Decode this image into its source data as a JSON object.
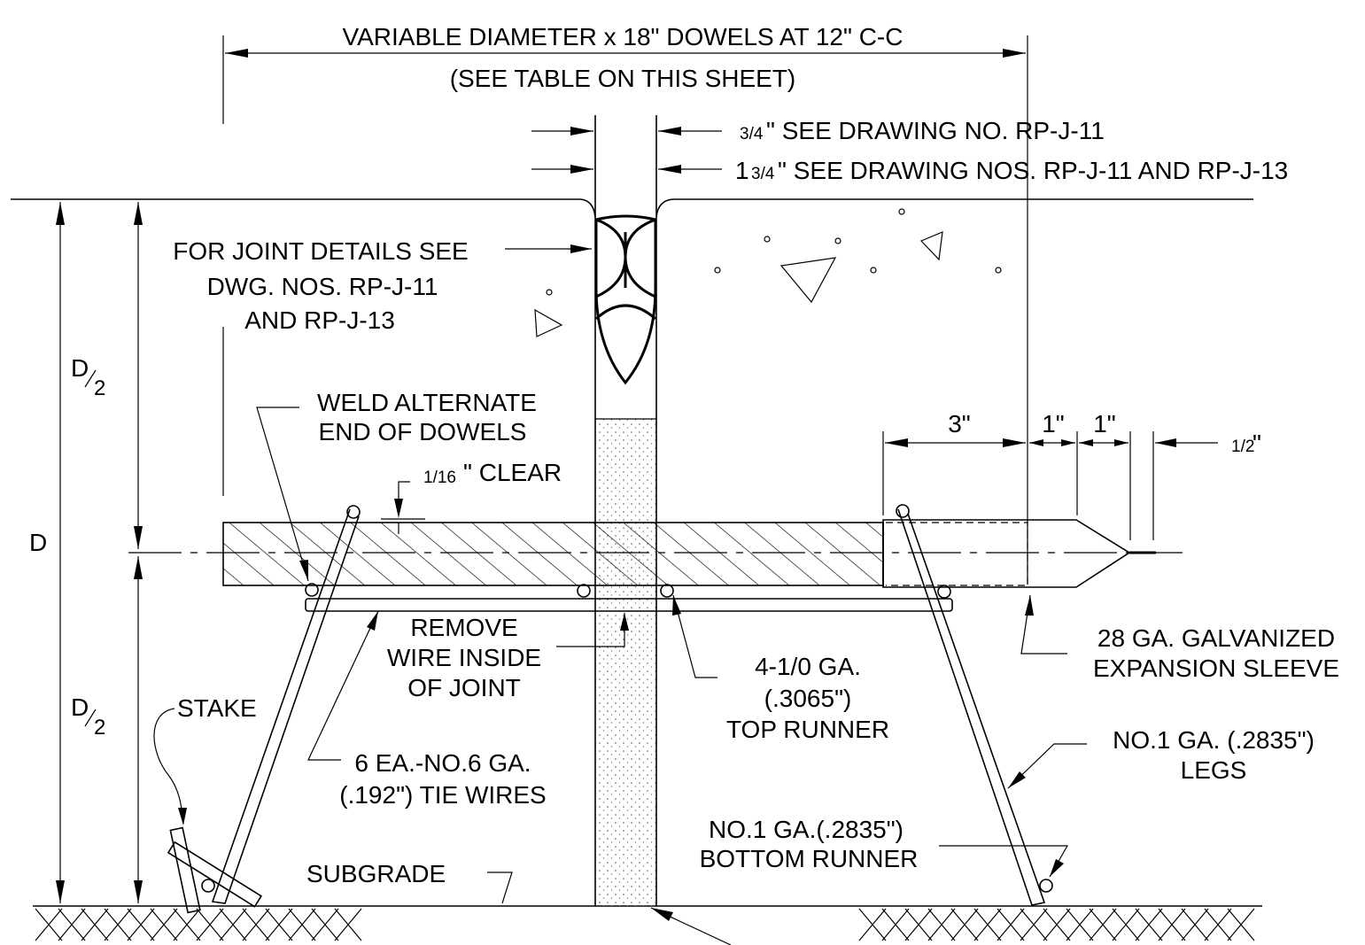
{
  "labels": {
    "dowel_dim_line1": "VARIABLE DIAMETER x 18\" DOWELS AT 12\" C-C",
    "dowel_dim_line2": "(SEE TABLE ON THIS SHEET)",
    "joint_3_4_frac": "3/4",
    "joint_3_4_text": "\" SEE DRAWING NO. RP-J-11",
    "joint_1_3_4_whole": "1",
    "joint_1_3_4_frac": "3/4",
    "joint_1_3_4_text": "\" SEE DRAWING NOS. RP-J-11 AND RP-J-13",
    "joint_details_line1": "FOR JOINT DETAILS SEE",
    "joint_details_line2": "DWG. NOS. RP-J-11",
    "joint_details_line3": "AND RP-J-13",
    "weld_line1": "WELD ALTERNATE",
    "weld_line2": "END OF DOWELS",
    "clear_frac": "1/16",
    "clear_text": "\" CLEAR",
    "dim_3": "3\"",
    "dim_1a": "1\"",
    "dim_1b": "1\"",
    "dim_half": "1/2",
    "dim_half_suffix": "\"",
    "d_label": "D",
    "d_half_top": "D",
    "d_half_top_sub": "2",
    "d_half_bottom": "D",
    "d_half_bottom_sub": "2",
    "remove_line1": "REMOVE",
    "remove_line2": "WIRE INSIDE",
    "remove_line3": "OF JOINT",
    "top_runner_line1": "4-1/0 GA.",
    "top_runner_line2": "(.3065\")",
    "top_runner_line3": "TOP RUNNER",
    "sleeve_line1": "28 GA. GALVANIZED",
    "sleeve_line2": "EXPANSION SLEEVE",
    "stake": "STAKE",
    "tie_wires_line1": "6 EA.-NO.6 GA.",
    "tie_wires_line2": "(.192\") TIE WIRES",
    "legs_line1": "NO.1 GA. (.2835\")",
    "legs_line2": "LEGS",
    "bottom_runner_line1": "NO.1 GA.(.2835\")",
    "bottom_runner_line2": "BOTTOM RUNNER",
    "subgrade": "SUBGRADE"
  },
  "colors": {
    "line": "#000000",
    "background": "#ffffff"
  }
}
